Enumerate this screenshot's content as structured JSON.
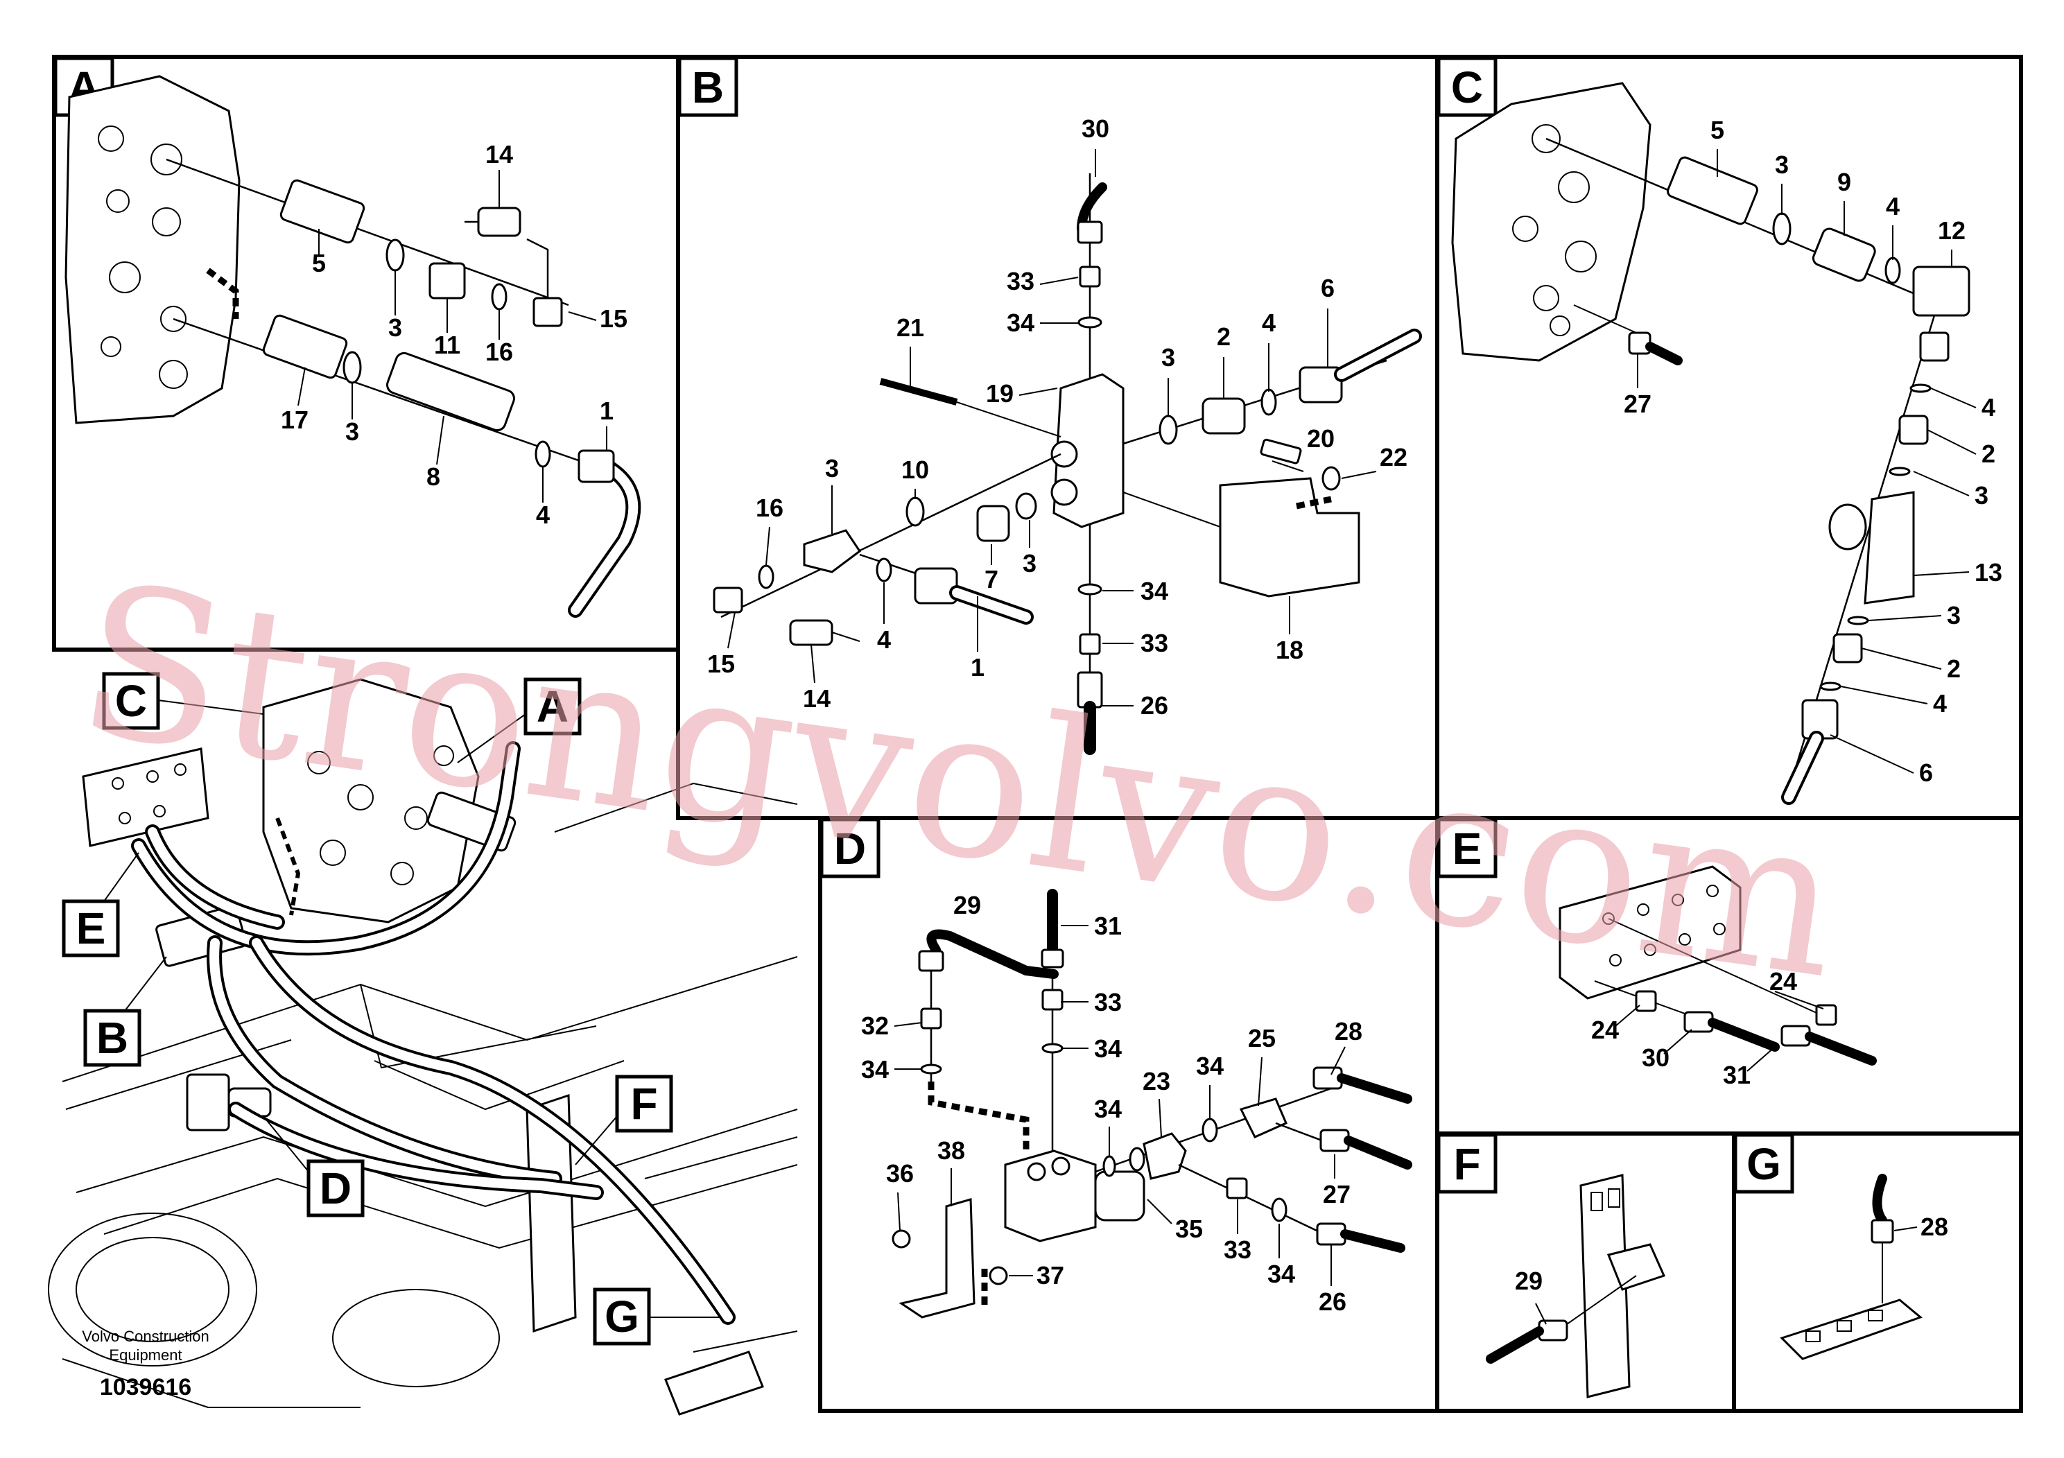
{
  "panels": {
    "A": {
      "letter": "A",
      "labels": [
        "14",
        "15",
        "5",
        "3",
        "11",
        "16",
        "17",
        "3",
        "8",
        "4",
        "1"
      ]
    },
    "B": {
      "letter": "B",
      "labels": [
        "30",
        "33",
        "34",
        "21",
        "19",
        "6",
        "4",
        "2",
        "3",
        "20",
        "22",
        "10",
        "3",
        "16",
        "7",
        "3",
        "34",
        "4",
        "33",
        "15",
        "14",
        "1",
        "18",
        "26"
      ]
    },
    "C": {
      "letter": "C",
      "labels": [
        "5",
        "3",
        "9",
        "4",
        "12",
        "27",
        "4",
        "2",
        "3",
        "13",
        "3",
        "2",
        "4",
        "6"
      ]
    },
    "D": {
      "letter": "D",
      "labels": [
        "29",
        "31",
        "32",
        "33",
        "34",
        "34",
        "28",
        "25",
        "34",
        "23",
        "34",
        "36",
        "38",
        "35",
        "27",
        "33",
        "34",
        "26",
        "37"
      ]
    },
    "E": {
      "letter": "E",
      "labels": [
        "24",
        "24",
        "30",
        "31"
      ]
    },
    "F": {
      "letter": "F",
      "labels": [
        "29"
      ]
    },
    "G": {
      "letter": "G",
      "labels": [
        "28"
      ]
    }
  },
  "overview": {
    "callouts": [
      "C",
      "A",
      "E",
      "B",
      "F",
      "D",
      "G"
    ],
    "caption_line1": "Volvo Construction",
    "caption_line2": "Equipment",
    "doc_number": "1039616"
  },
  "watermark": "Strongvolvo.com"
}
